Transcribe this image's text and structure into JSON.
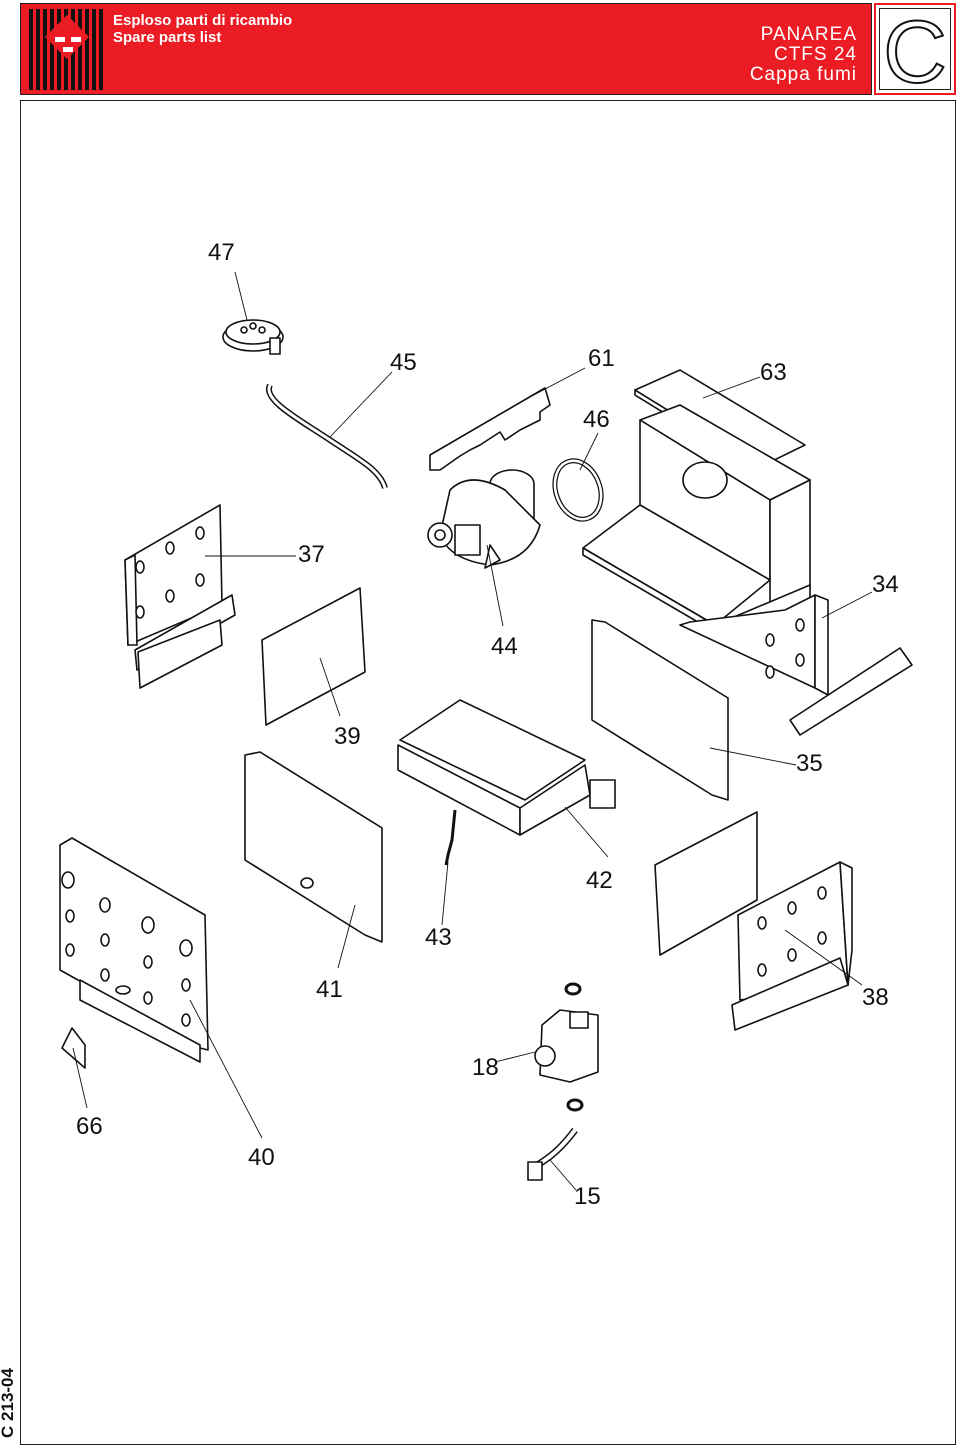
{
  "header": {
    "title_it": "Esploso parti di ricambio",
    "title_en": "Spare parts list",
    "model": "PANAREA",
    "variant": "CTFS 24",
    "section": "Cappa fumi",
    "section_letter": "C"
  },
  "page_code": "C 213-04",
  "parts": {
    "p47": "47",
    "p45": "45",
    "p61": "61",
    "p63": "63",
    "p46": "46",
    "p37": "37",
    "p34": "34",
    "p44": "44",
    "p39": "39",
    "p35": "35",
    "p42": "42",
    "p43": "43",
    "p41": "41",
    "p38": "38",
    "p18": "18",
    "p66": "66",
    "p40": "40",
    "p15": "15"
  }
}
